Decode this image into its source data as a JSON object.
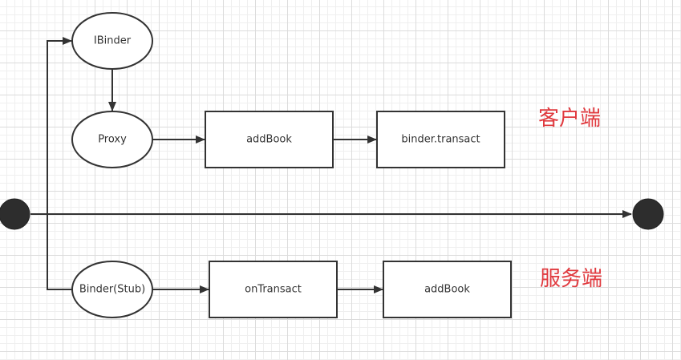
{
  "diagram": {
    "nodes": {
      "ibinder": "IBinder",
      "proxy": "Proxy",
      "addbook_client": "addBook",
      "binder_transact": "binder.transact",
      "binder_stub": "Binder(Stub)",
      "ontransact": "onTransact",
      "addbook_server": "addBook"
    },
    "labels": {
      "client": "客户端",
      "server": "服务端"
    },
    "colors": {
      "stroke": "#333333",
      "label": "#e0393e",
      "terminal": "#2d2d2d"
    }
  }
}
